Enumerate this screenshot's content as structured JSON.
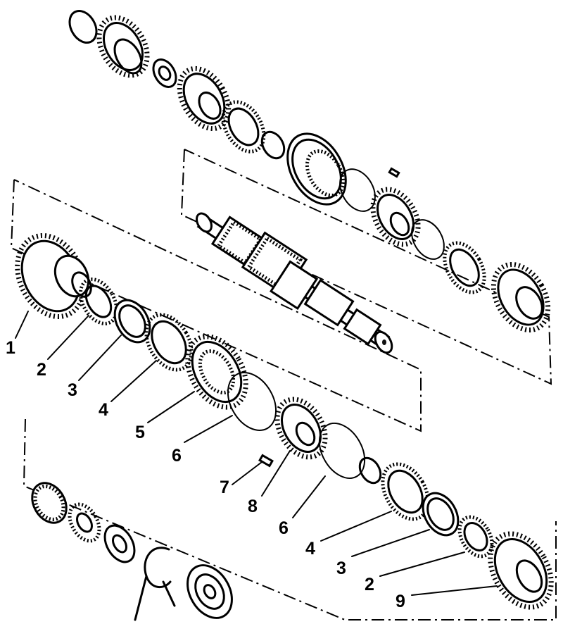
{
  "diagram": {
    "callouts": [
      "1",
      "2",
      "3",
      "4",
      "5",
      "6",
      "7",
      "8",
      "6",
      "4",
      "3",
      "2",
      "9"
    ]
  }
}
